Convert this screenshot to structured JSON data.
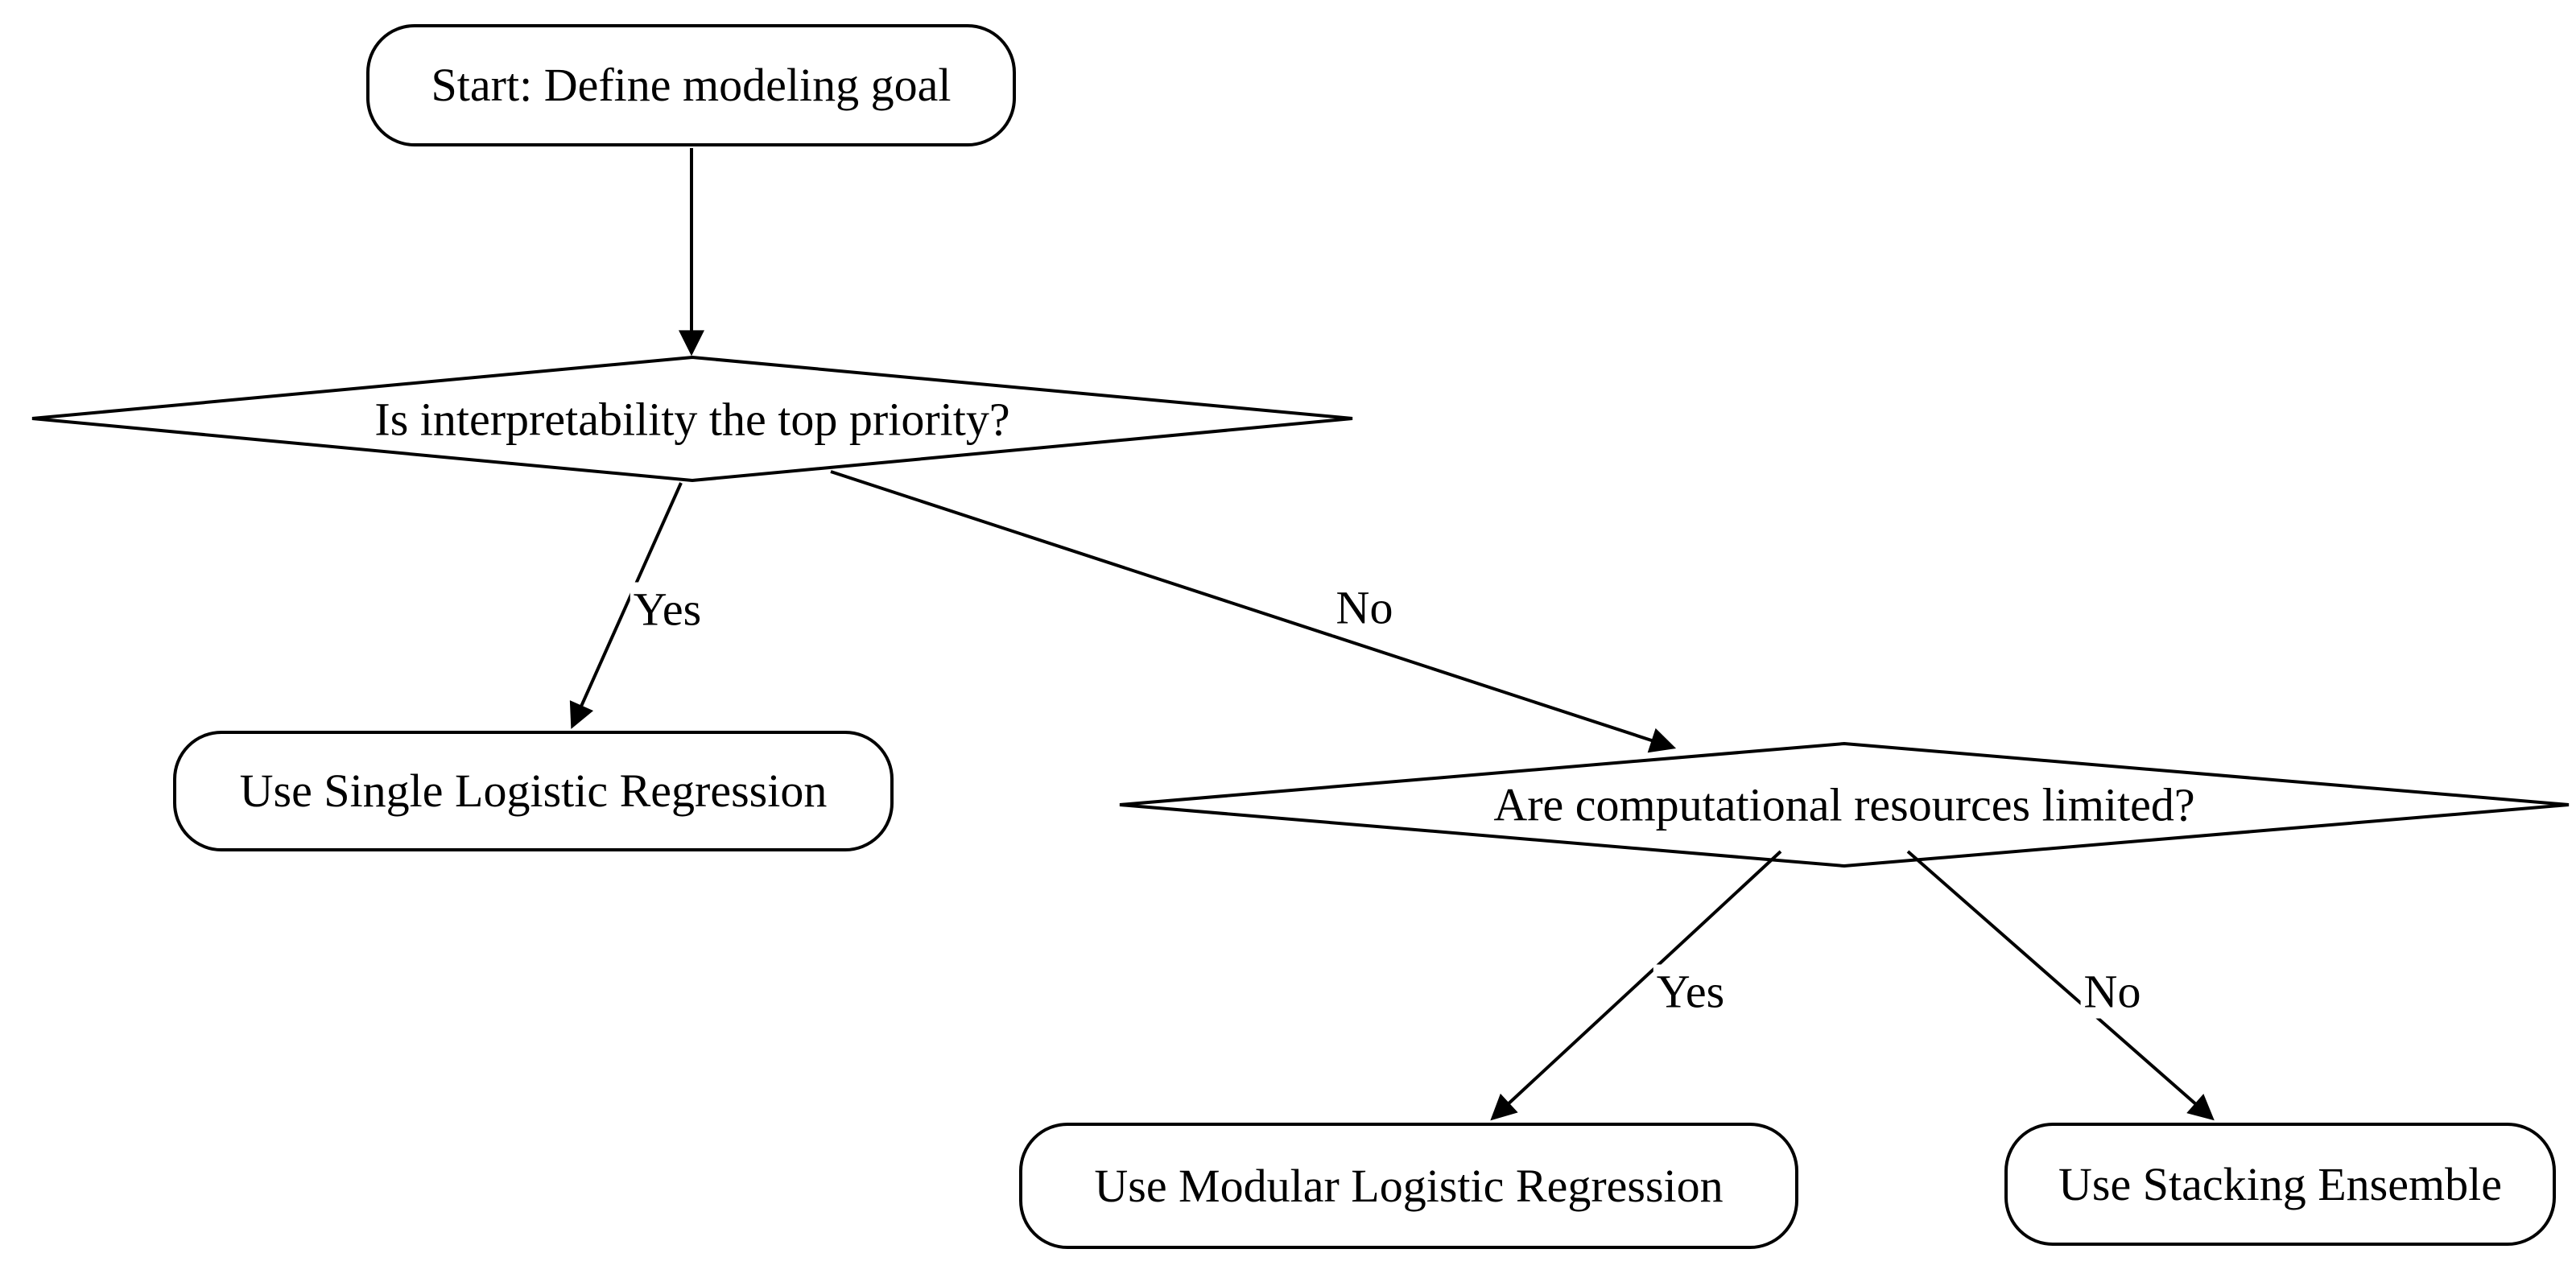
{
  "diagram": {
    "kind": "flowchart-decision-tree",
    "background_color": "#ffffff",
    "line_color": "#000000",
    "text_color": "#000000",
    "nodes": {
      "start": {
        "shape": "rounded-rectangle",
        "label": "Start: Define modeling goal"
      },
      "interpretability_decision": {
        "shape": "diamond",
        "label": "Is interpretability the top priority?"
      },
      "single_logistic": {
        "shape": "rounded-rectangle",
        "label": "Use Single Logistic Regression"
      },
      "resources_decision": {
        "shape": "diamond",
        "label": "Are computational resources limited?"
      },
      "modular_logistic": {
        "shape": "rounded-rectangle",
        "label": "Use Modular Logistic Regression"
      },
      "stacking_ensemble": {
        "shape": "rounded-rectangle",
        "label": "Use Stacking Ensemble"
      }
    },
    "edges": [
      {
        "from": "start",
        "to": "interpretability_decision",
        "label": ""
      },
      {
        "from": "interpretability_decision",
        "to": "single_logistic",
        "label": "Yes"
      },
      {
        "from": "interpretability_decision",
        "to": "resources_decision",
        "label": "No"
      },
      {
        "from": "resources_decision",
        "to": "modular_logistic",
        "label": "Yes"
      },
      {
        "from": "resources_decision",
        "to": "stacking_ensemble",
        "label": "No"
      }
    ]
  }
}
